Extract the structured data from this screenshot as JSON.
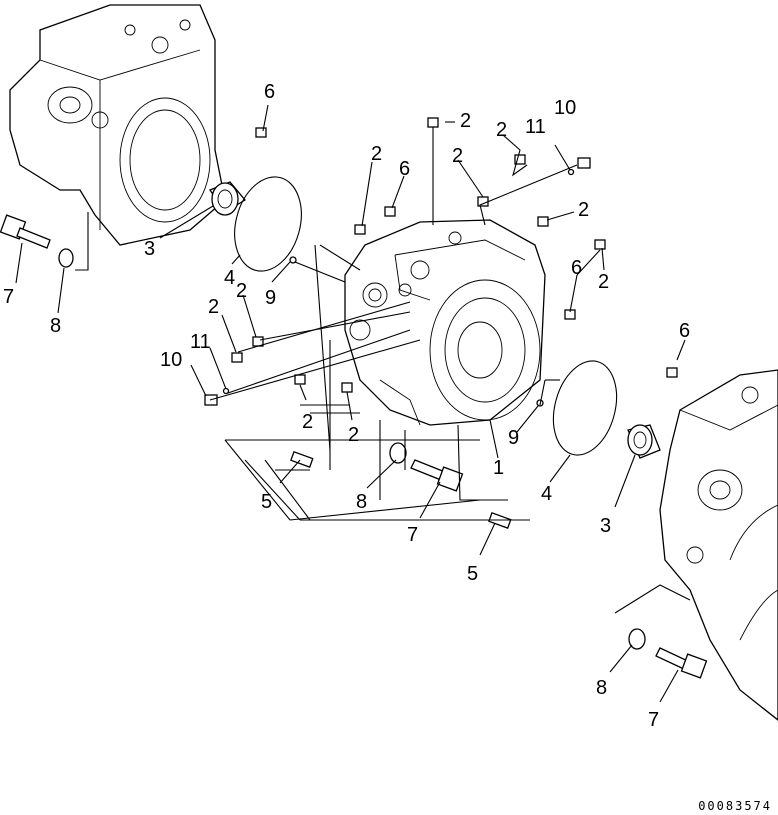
{
  "callouts": [
    {
      "id": "c6a",
      "text": "6"
    },
    {
      "id": "c3a",
      "text": "3"
    },
    {
      "id": "c4a",
      "text": "4"
    },
    {
      "id": "c7a",
      "text": "7"
    },
    {
      "id": "c8a",
      "text": "8"
    },
    {
      "id": "c9a",
      "text": "9"
    },
    {
      "id": "c2a",
      "text": "2"
    },
    {
      "id": "c2b",
      "text": "2"
    },
    {
      "id": "c2c",
      "text": "2"
    },
    {
      "id": "c6b",
      "text": "6"
    },
    {
      "id": "c2d",
      "text": "2"
    },
    {
      "id": "c2e",
      "text": "2"
    },
    {
      "id": "c11a",
      "text": "11"
    },
    {
      "id": "c10a",
      "text": "10"
    },
    {
      "id": "c2f",
      "text": "2"
    },
    {
      "id": "c6c",
      "text": "6"
    },
    {
      "id": "c2g",
      "text": "2"
    },
    {
      "id": "c10b",
      "text": "10"
    },
    {
      "id": "c11b",
      "text": "11"
    },
    {
      "id": "c2h",
      "text": "2"
    },
    {
      "id": "c2i",
      "text": "2"
    },
    {
      "id": "c2j",
      "text": "2"
    },
    {
      "id": "c9b",
      "text": "9"
    },
    {
      "id": "c1",
      "text": "1"
    },
    {
      "id": "c5a",
      "text": "5"
    },
    {
      "id": "c8b",
      "text": "8"
    },
    {
      "id": "c7b",
      "text": "7"
    },
    {
      "id": "c4b",
      "text": "4"
    },
    {
      "id": "c3b",
      "text": "3"
    },
    {
      "id": "c5b",
      "text": "5"
    },
    {
      "id": "c6d",
      "text": "6"
    },
    {
      "id": "c8c",
      "text": "8"
    },
    {
      "id": "c7c",
      "text": "7"
    }
  ],
  "document_number": "00083574"
}
